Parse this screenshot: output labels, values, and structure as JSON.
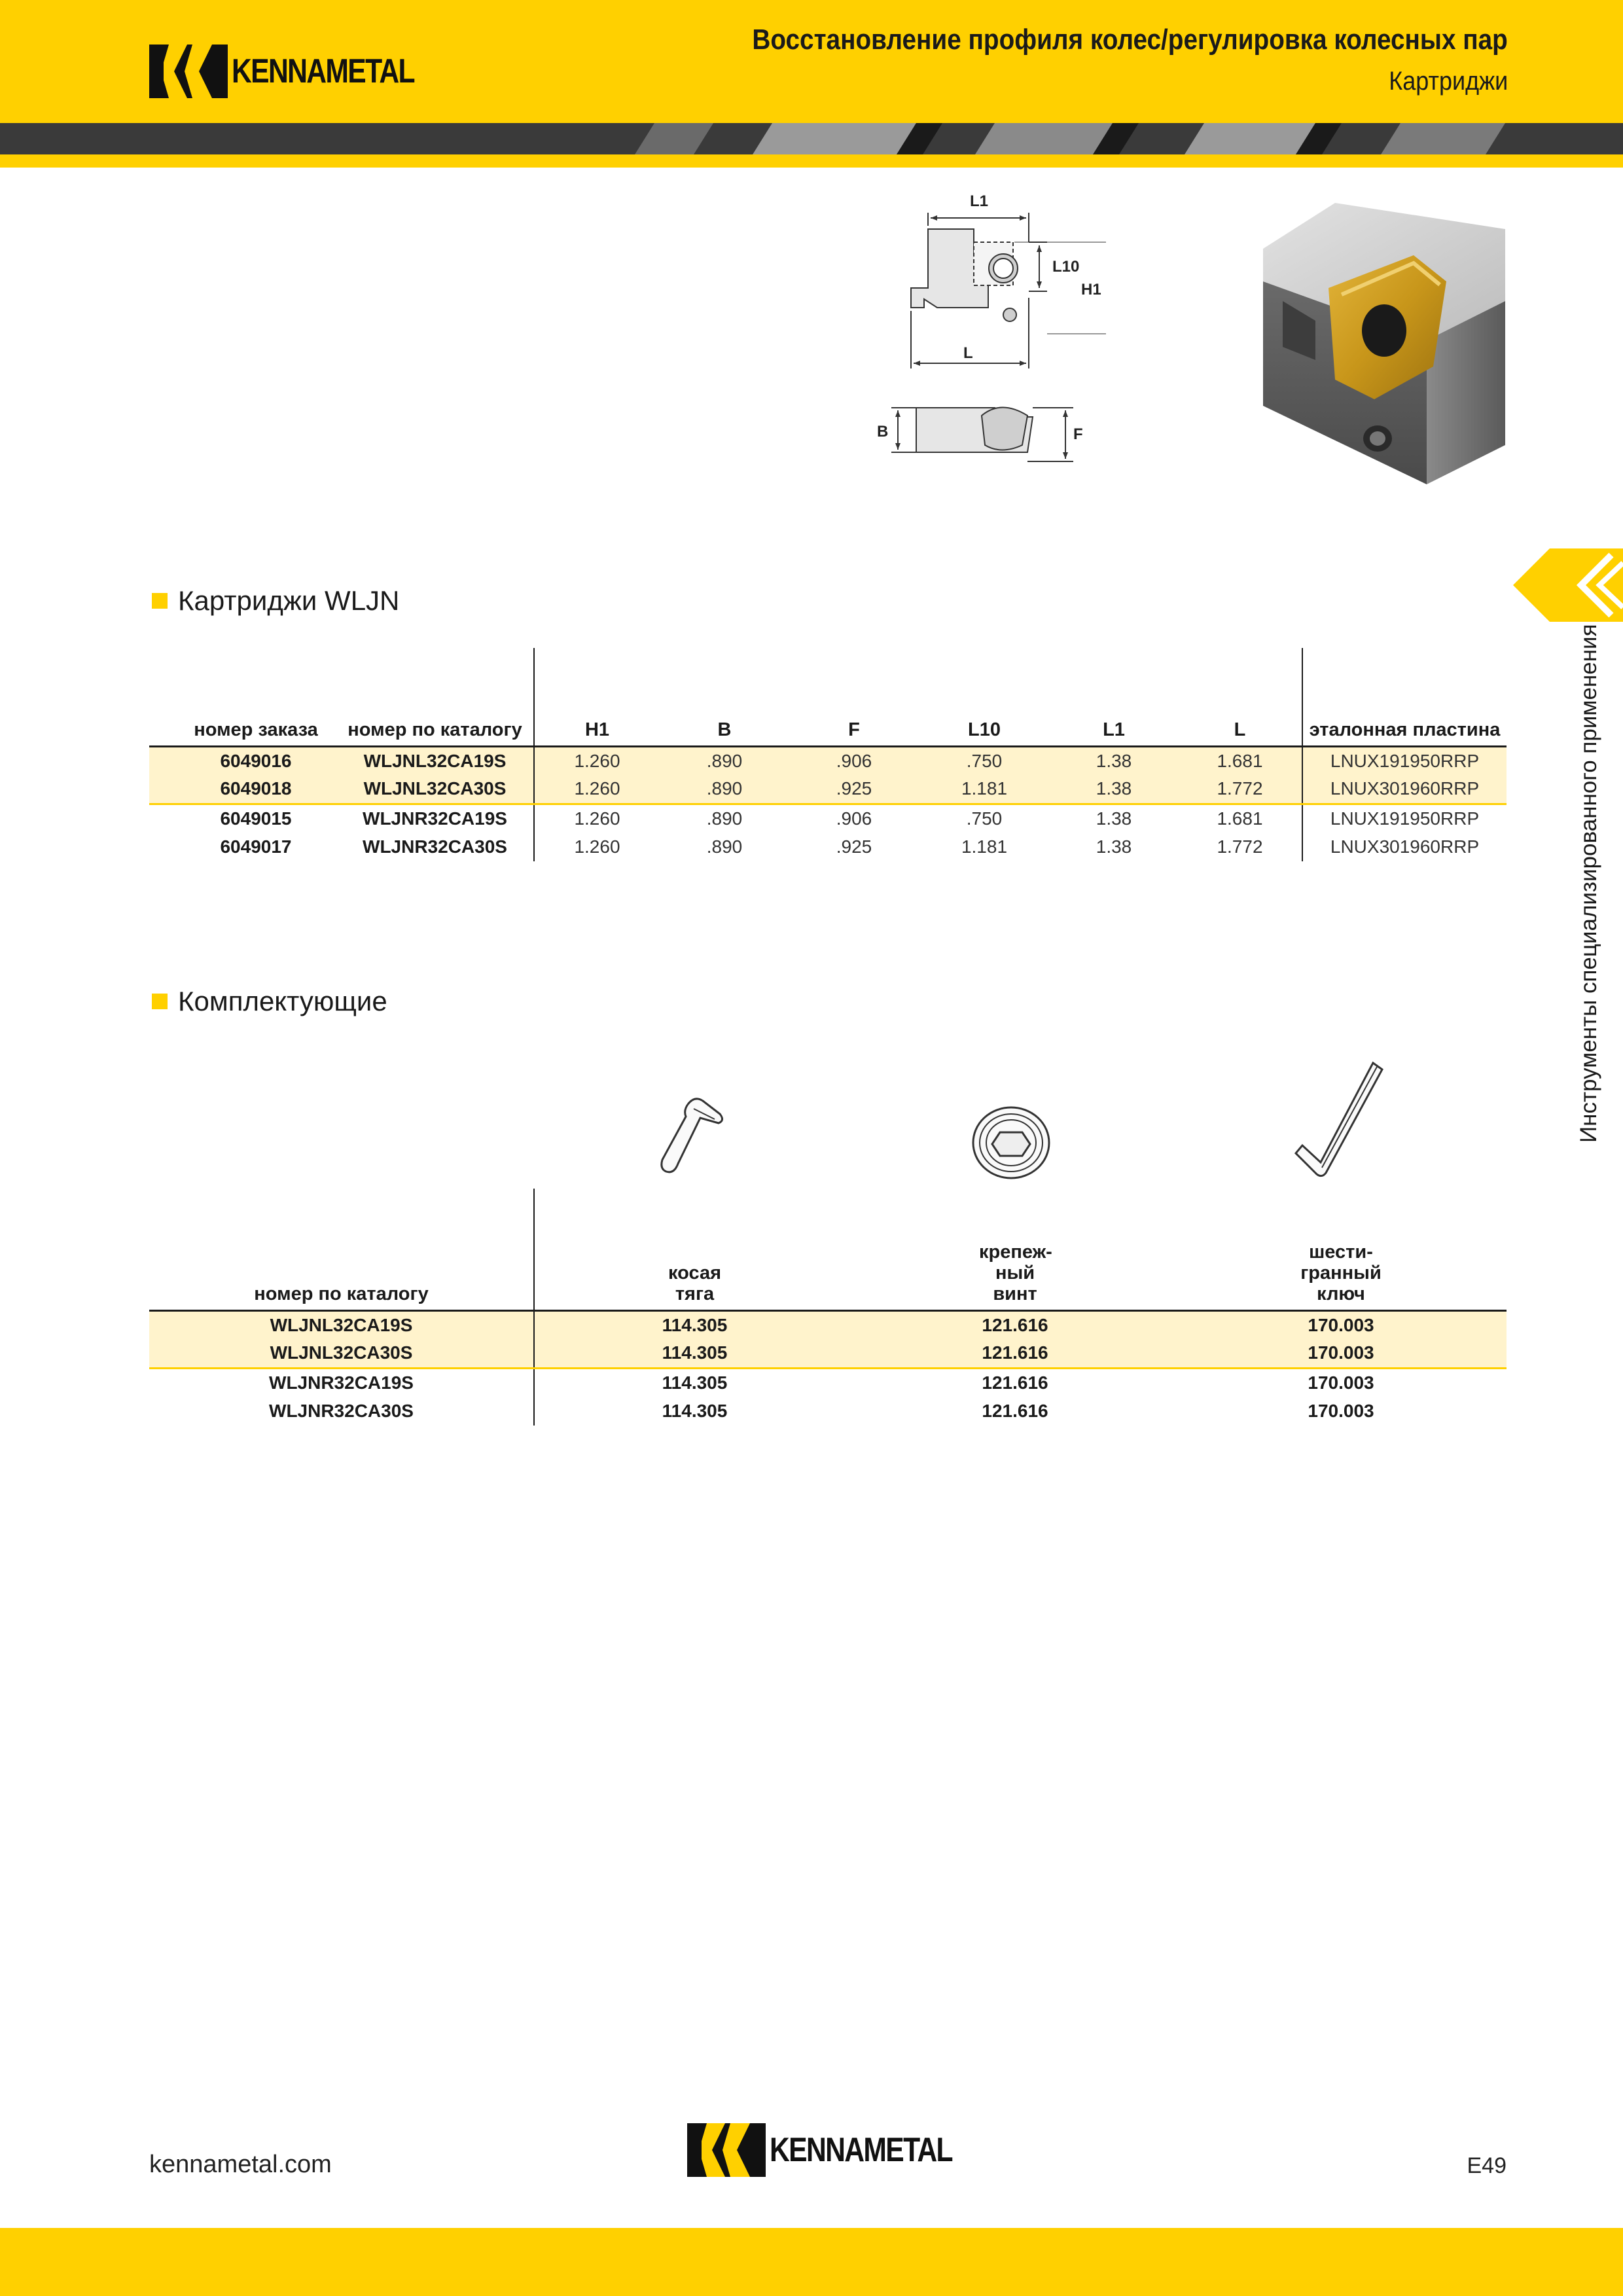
{
  "header": {
    "brand": "KENNAMETAL",
    "title": "Восстановление профиля колес/регулировка колесных пар",
    "subtitle": "Картриджи"
  },
  "drawing_labels": {
    "l1": "L1",
    "l10": "L10",
    "h1": "H1",
    "l": "L",
    "b": "B",
    "f": "F"
  },
  "side_tab": {
    "text": "Инструменты специализированного применения"
  },
  "cartridges": {
    "title": "Картриджи WLJN",
    "headers": {
      "order": "номер заказа",
      "catalog": "номер по каталогу",
      "h1": "H1",
      "b": "B",
      "f": "F",
      "l10": "L10",
      "l1": "L1",
      "l": "L",
      "insert": "эталонная пластина"
    },
    "rows": [
      [
        "6049016",
        "WLJNL32CA19S",
        "1.260",
        ".890",
        ".906",
        ".750",
        "1.38",
        "1.681",
        "LNUX191950RRP"
      ],
      [
        "6049018",
        "WLJNL32CA30S",
        "1.260",
        ".890",
        ".925",
        "1.181",
        "1.38",
        "1.772",
        "LNUX301960RRP"
      ],
      [
        "6049015",
        "WLJNR32CA19S",
        "1.260",
        ".890",
        ".906",
        ".750",
        "1.38",
        "1.681",
        "LNUX191950RRP"
      ],
      [
        "6049017",
        "WLJNR32CA30S",
        "1.260",
        ".890",
        ".925",
        "1.181",
        "1.38",
        "1.772",
        "LNUX301960RRP"
      ]
    ]
  },
  "accessories": {
    "title": "Комплектующие",
    "icons": [
      "clamp-icon",
      "screw-icon",
      "hex-key-icon"
    ],
    "headers": {
      "catalog": "номер по каталогу",
      "clamp": "косая тяга",
      "screw": "крепеж-ный винт",
      "key": "шести-гранный ключ"
    },
    "rows": [
      [
        "WLJNL32CA19S",
        "114.305",
        "121.616",
        "170.003"
      ],
      [
        "WLJNL32CA30S",
        "114.305",
        "121.616",
        "170.003"
      ],
      [
        "WLJNR32CA19S",
        "114.305",
        "121.616",
        "170.003"
      ],
      [
        "WLJNR32CA30S",
        "114.305",
        "121.616",
        "170.003"
      ]
    ]
  },
  "footer": {
    "url": "kennametal.com",
    "brand": "KENNAMETAL",
    "page": "E49"
  },
  "colors": {
    "brand_yellow": "#ffd000",
    "row_highlight": "#fff3cc",
    "stripe_dark": "#3a3a3a",
    "stripe_light": "#9a9a9a"
  }
}
